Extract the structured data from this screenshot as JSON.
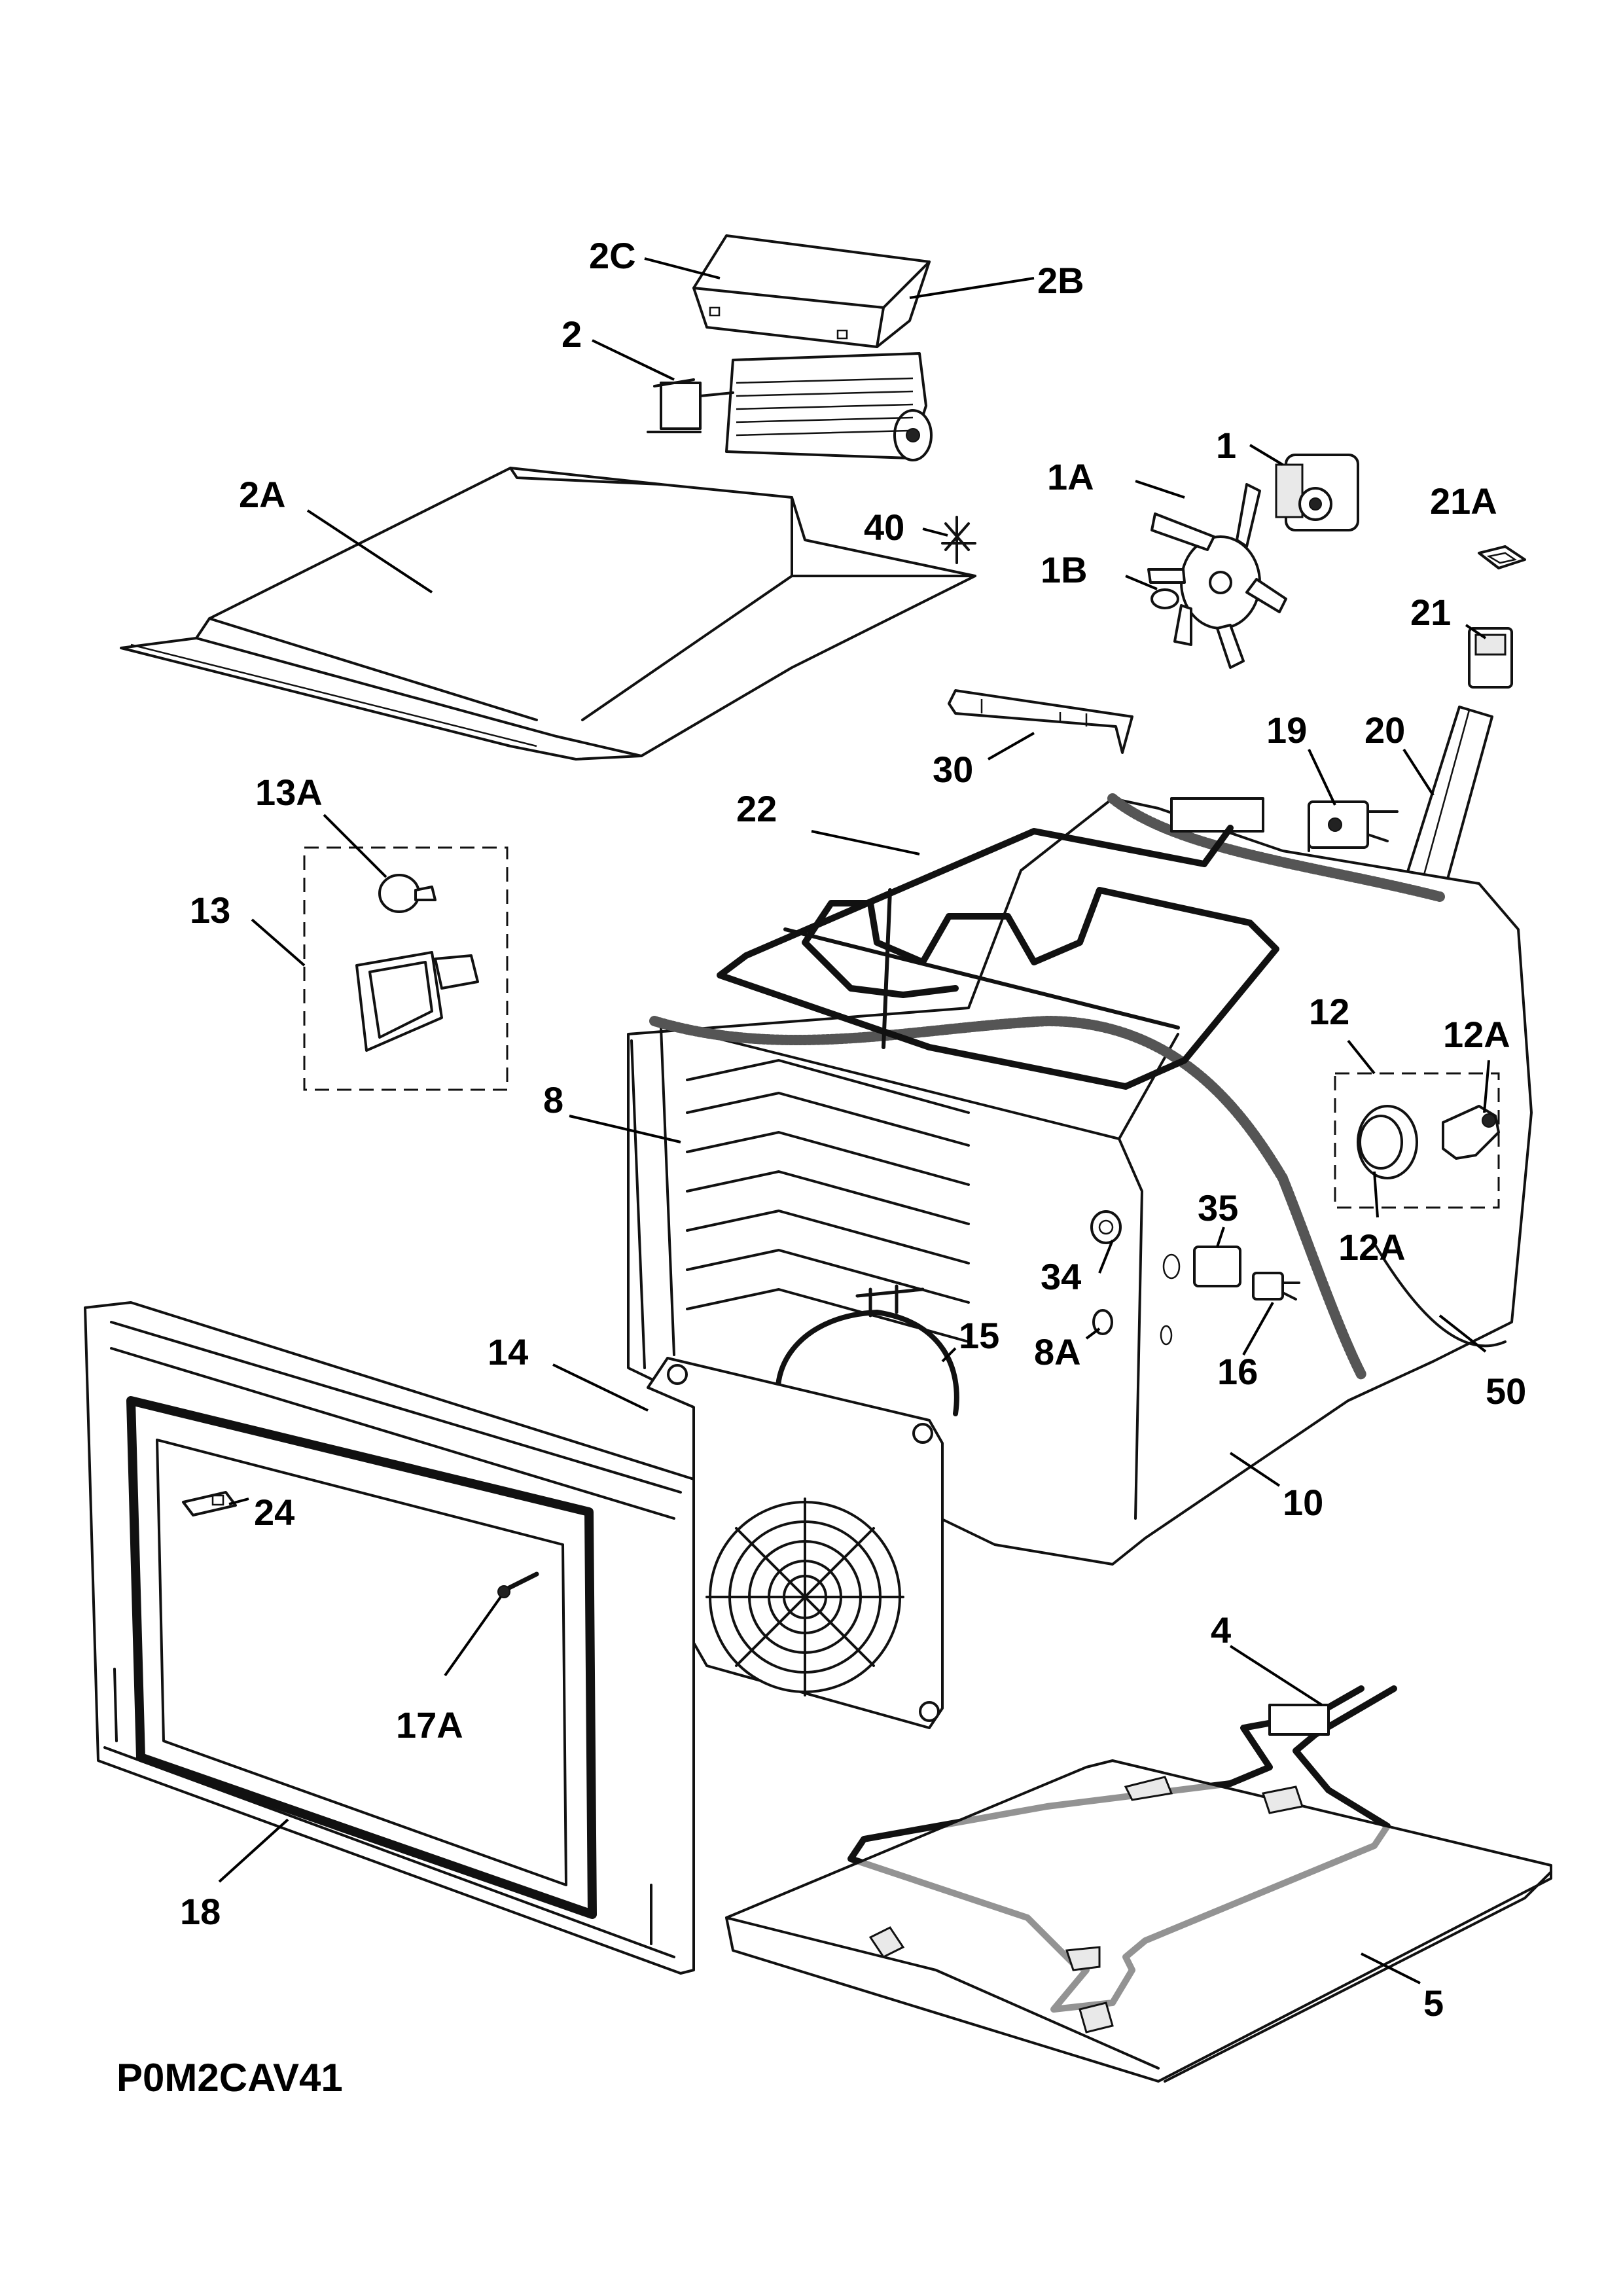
{
  "diagram_code": "P0M2CAV41",
  "labels": {
    "l2C": "2C",
    "l2B": "2B",
    "l2": "2",
    "l2A": "2A",
    "l1": "1",
    "l1A": "1A",
    "l40": "40",
    "l1B": "1B",
    "l21A": "21A",
    "l21": "21",
    "l30": "30",
    "l19": "19",
    "l20": "20",
    "l13A": "13A",
    "l22": "22",
    "l13": "13",
    "l12": "12",
    "l12A_top": "12A",
    "l8": "8",
    "l35": "35",
    "l12A_bottom": "12A",
    "l34": "34",
    "l14": "14",
    "l15": "15",
    "l8A": "8A",
    "l16": "16",
    "l50": "50",
    "l24": "24",
    "l10": "10",
    "l4": "4",
    "l17A": "17A",
    "l18": "18",
    "l5": "5"
  }
}
